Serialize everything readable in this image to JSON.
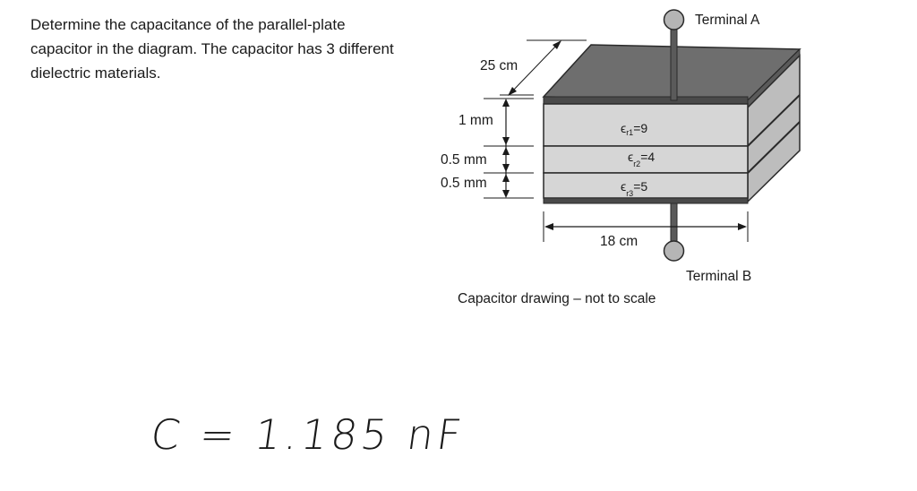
{
  "question": {
    "text": "Determine the capacitance of the parallel-plate capacitor in the diagram. The capacitor has 3 different dielectric materials."
  },
  "diagram": {
    "terminal_a_label": "Terminal A",
    "terminal_b_label": "Terminal B",
    "depth_label": "25 cm",
    "width_label": "18 cm",
    "layers": [
      {
        "thickness": "1 mm",
        "symbol": "ϵ",
        "sub": "r1",
        "value": "=9"
      },
      {
        "thickness": "0.5 mm",
        "symbol": "ϵ",
        "sub": "r2",
        "value": "=4"
      },
      {
        "thickness": "0.5 mm",
        "symbol": "ϵ",
        "sub": "r3",
        "value": "=5"
      }
    ],
    "caption": "Capacitor drawing – not to scale",
    "colors": {
      "plate": "#6e6e6e",
      "dielectric": "#d6d6d6",
      "terminal": "#b5b5b5"
    }
  },
  "answer": {
    "text": "C = 1.185 nF"
  }
}
